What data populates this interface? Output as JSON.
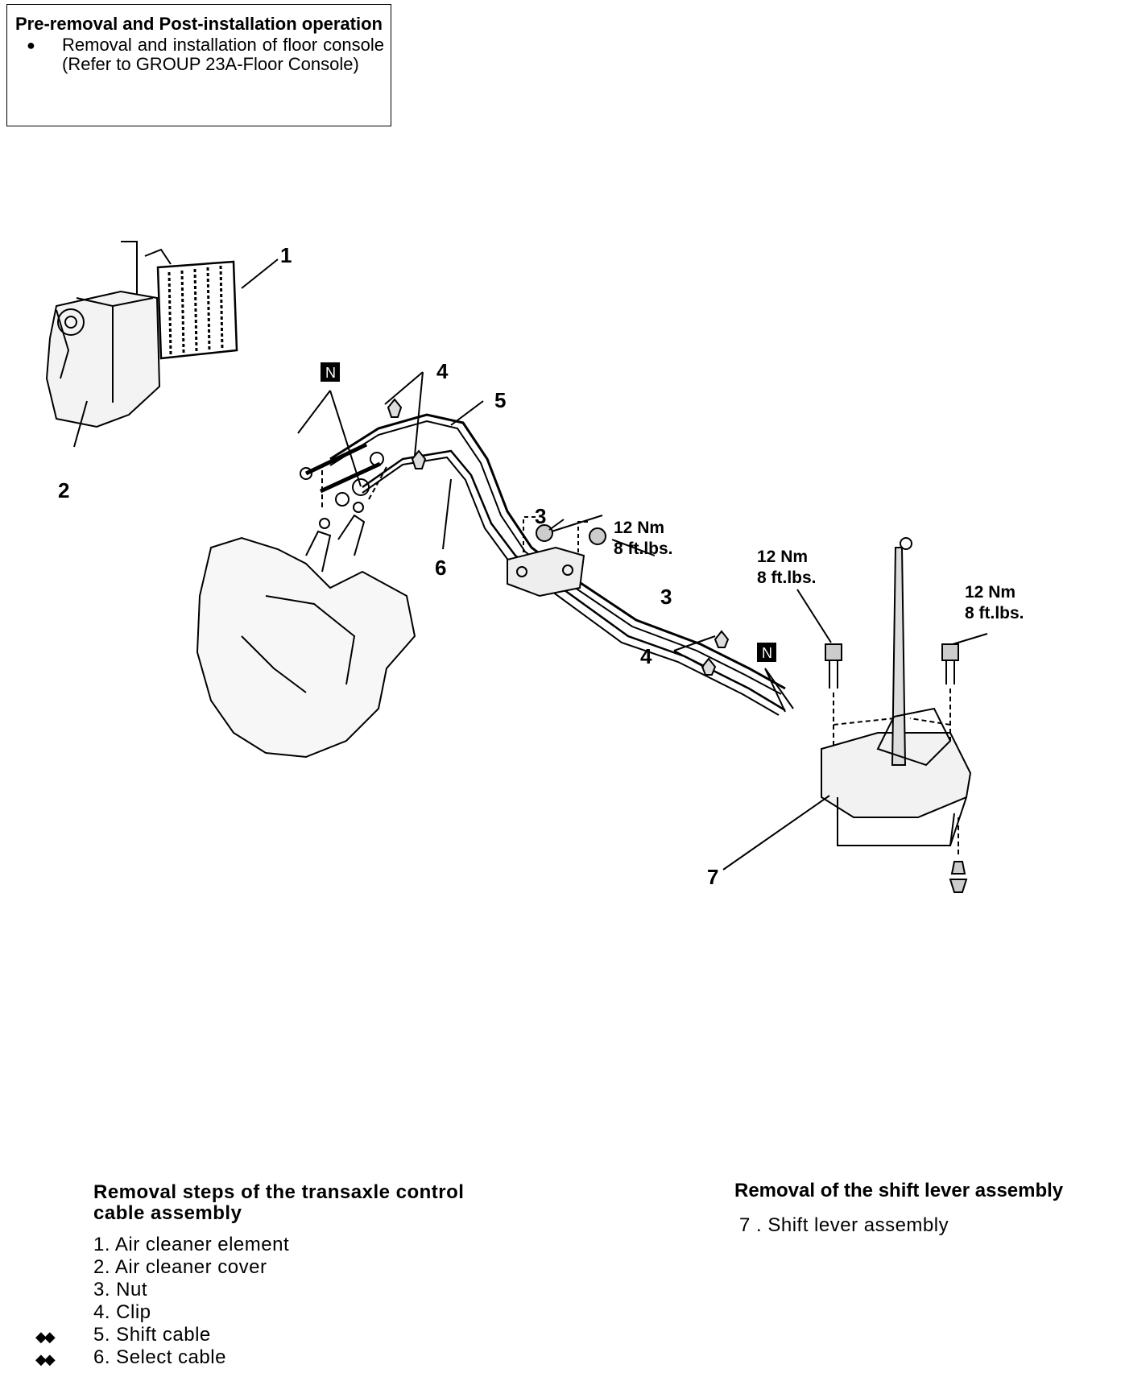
{
  "pre_operation": {
    "title": "Pre-removal and Post-installation operation",
    "bullet": "●",
    "item": "Removal and installation of floor console (Refer to GROUP 23A-Floor Console)"
  },
  "diagram": {
    "callouts": {
      "c1": "1",
      "c2": "2",
      "c3a": "3",
      "c3b": "3",
      "c4a": "4",
      "c4b": "4",
      "c5": "5",
      "c6": "6",
      "c7": "7"
    },
    "torque": {
      "nm": "12 Nm",
      "ftlbs": "8 ft.lbs."
    },
    "n_badge": "N"
  },
  "removal_steps": {
    "heading": "Removal steps of the transaxle control cable assembly",
    "marker": "◆◆",
    "items": [
      "1. Air cleaner element",
      "2. Air cleaner cover",
      "3. Nut",
      "4. Clip",
      "5. Shift cable",
      "6. Select cable"
    ]
  },
  "shift_lever": {
    "heading": "Removal of the shift lever assembly",
    "items": [
      "7 . Shift lever assembly"
    ]
  }
}
